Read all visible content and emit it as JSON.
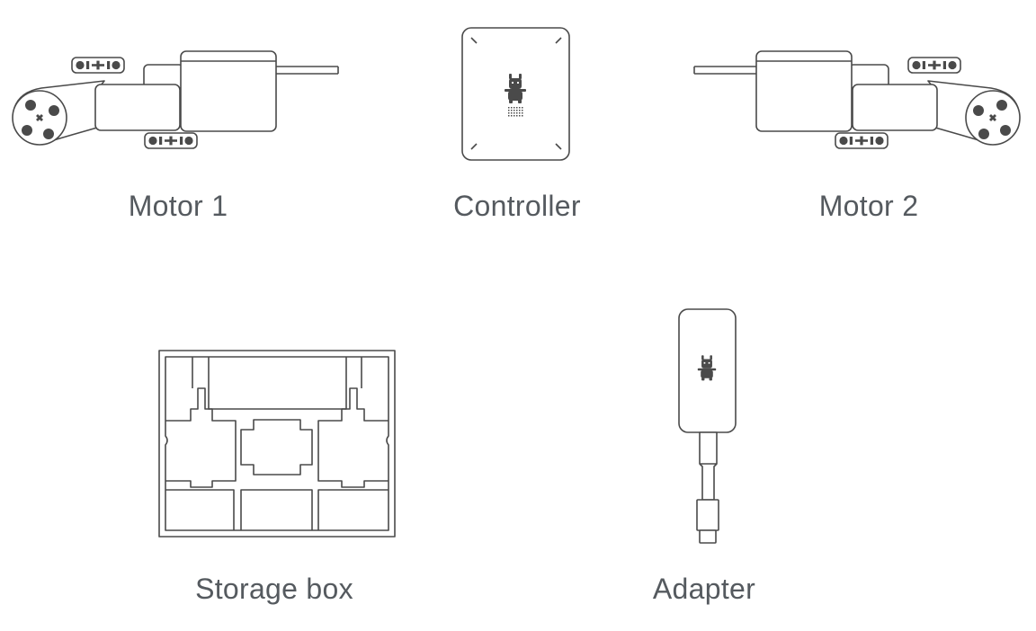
{
  "labels": {
    "motor1": "Motor 1",
    "controller": "Controller",
    "motor2": "Motor 2",
    "storage_box": "Storage box",
    "adapter": "Adapter"
  },
  "colors": {
    "line": "#4a4a4a",
    "text": "#555a5f",
    "background": "#ffffff"
  },
  "icons": {
    "robot_mascot": "mi-bunny-icon"
  }
}
